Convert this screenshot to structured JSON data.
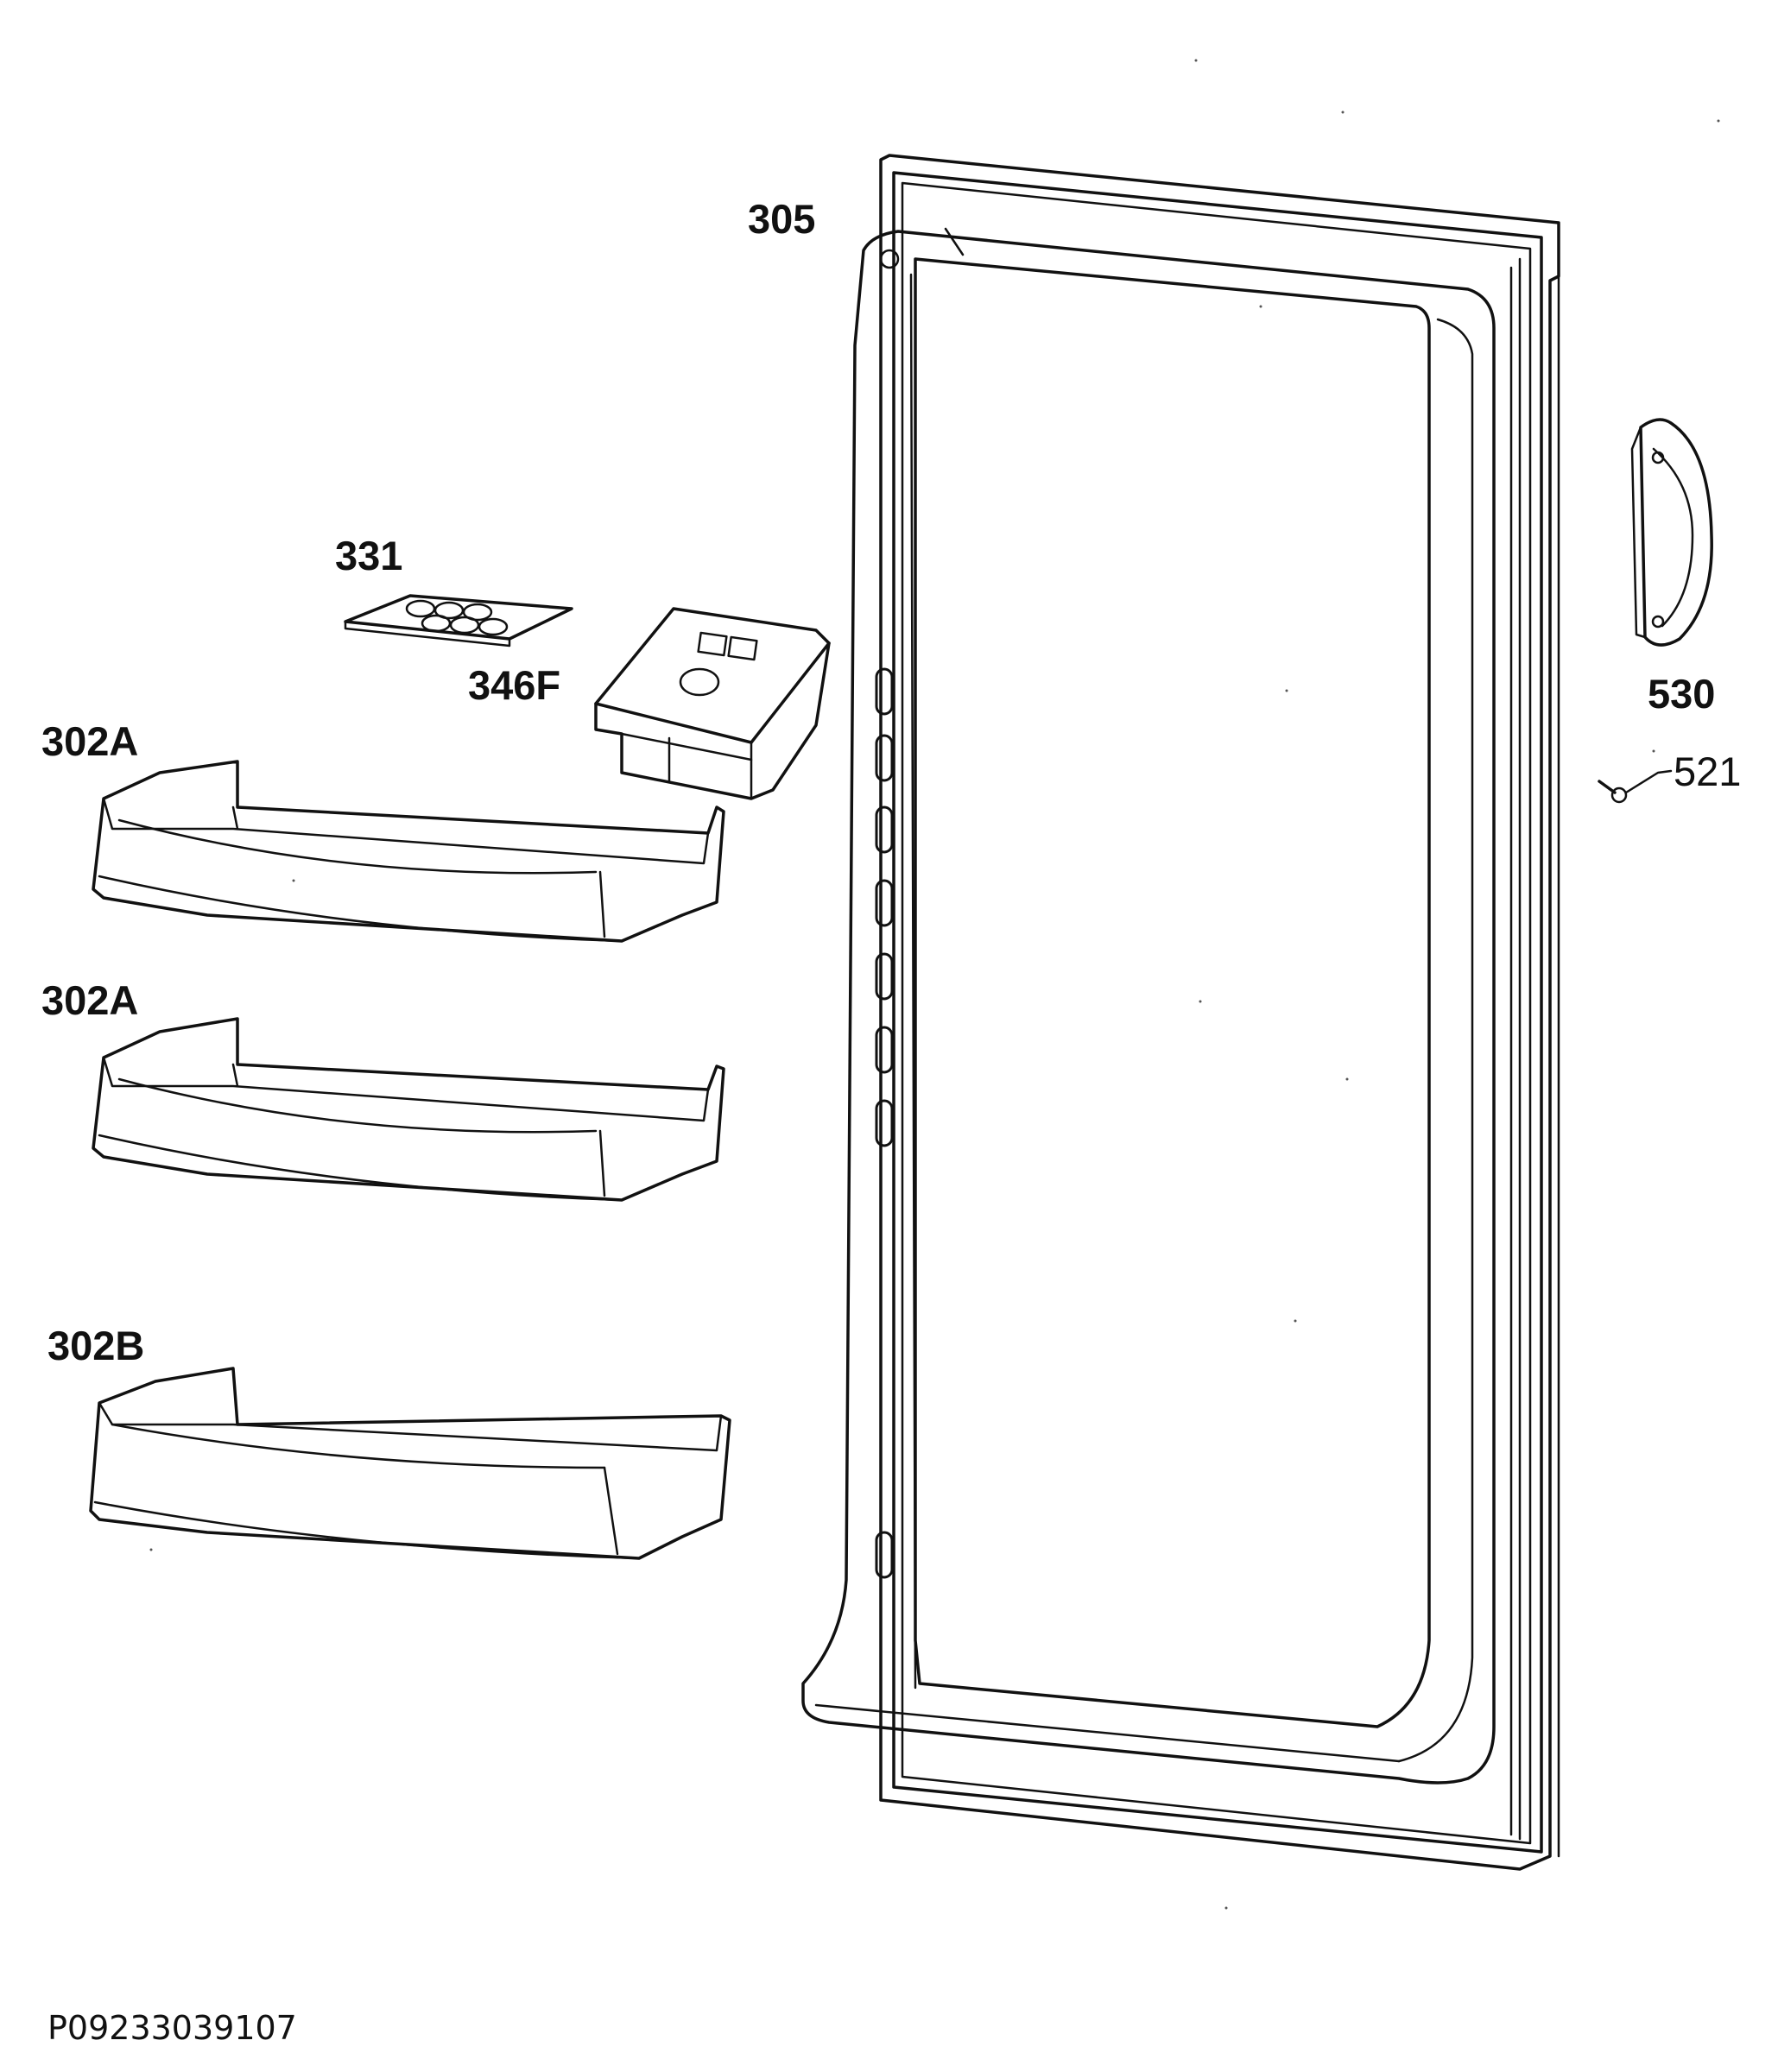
{
  "labels": {
    "door_frame": "305",
    "egg_tray": "331",
    "cover_box": "346F",
    "shelf_top": "302A",
    "shelf_middle": "302A",
    "shelf_bottom": "302B",
    "handle": "530",
    "screw": "521"
  },
  "document_id": "P09233039107",
  "colors": {
    "line": "#111111",
    "background": "#ffffff"
  }
}
